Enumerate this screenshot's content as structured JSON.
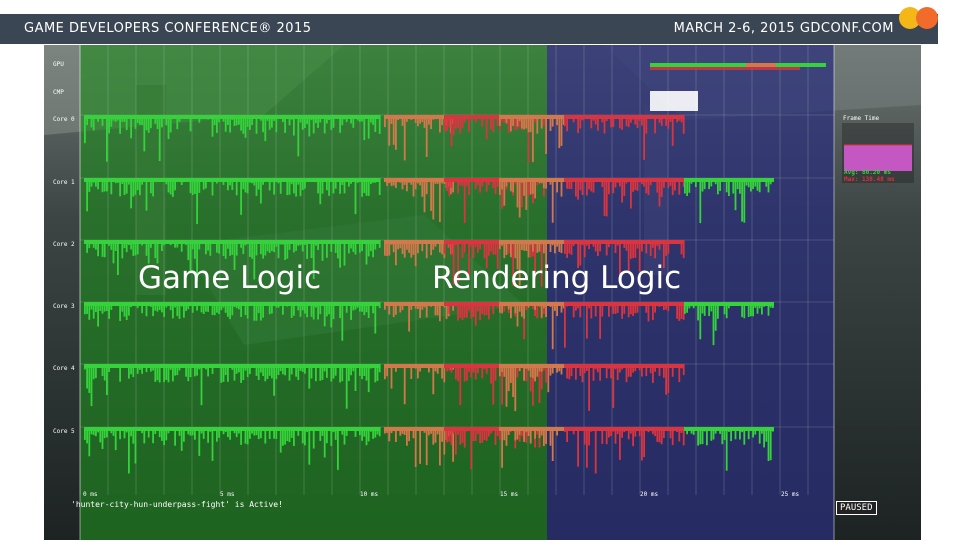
{
  "header": {
    "title": "GAME DEVELOPERS CONFERENCE® 2015",
    "date": "MARCH 2-6, 2015  GDCONF.COM"
  },
  "colors": {
    "header_bg": "#3a4654",
    "game_logic_tint": "#1f8a1f",
    "rendering_tint": "#2a2f7c",
    "bar_green": "#35d23b",
    "bar_red": "#d9343f",
    "bar_orange": "#d2784a",
    "frame_graph": "#d45ad0",
    "logo_yellow": "#f5b618",
    "logo_orange": "#f26b2a"
  },
  "profiler": {
    "rows": [
      "GPU",
      "CMP",
      "Core 0",
      "Core 1",
      "Core 2",
      "Core 3",
      "Core 4",
      "Core 5"
    ],
    "ticks": [
      "0 ms",
      "5 ms",
      "10 ms",
      "15 ms",
      "20 ms",
      "25 ms"
    ],
    "status": "'hunter-city-hun-underpass-fight' is Active!",
    "paused": "PAUSED",
    "frame_time_title": "Frame Time",
    "avg": "Avg: 80.20 ms",
    "max": "Max: 138.48 ms"
  },
  "overlay": {
    "game_logic": "Game Logic",
    "rendering_logic": "Rendering Logic"
  }
}
